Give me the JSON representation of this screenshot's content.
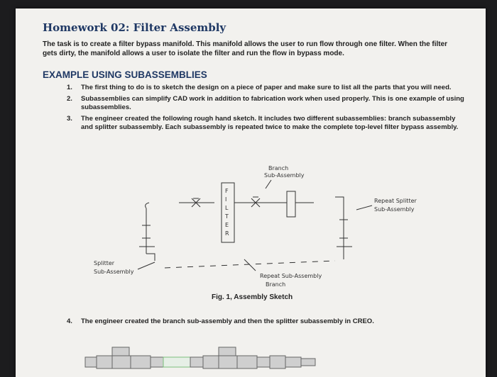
{
  "doc": {
    "title": "Homework 02: Filter Assembly",
    "intro": "The task is to create a filter bypass manifold. This manifold allows the user to run flow through one filter. When the filter gets dirty, the manifold allows a user to isolate the filter and run the flow in bypass mode.",
    "section": "EXAMPLE USING SUBASSEMBLIES",
    "steps": [
      {
        "num": "1.",
        "text": "The first thing to do is to sketch the design on a piece of paper and make sure to list all the parts that you will need."
      },
      {
        "num": "2.",
        "text": "Subassemblies can simplify CAD work in addition to fabrication work when used properly. This is one example of using subassemblies."
      },
      {
        "num": "3.",
        "text": "The engineer created the following rough hand sketch. It includes two different subassemblies: branch subassembly and splitter subassembly. Each subassembly is repeated twice to make the complete top-level filter bypass assembly."
      },
      {
        "num": "4.",
        "text": "The engineer created the branch sub-assembly and then the splitter subassembly in CREO."
      }
    ],
    "caption": "Fig. 1, Assembly Sketch"
  },
  "sketch": {
    "branch_label_1": "Branch",
    "branch_label_2": "Sub-Assembly",
    "filter_letters": [
      "F",
      "I",
      "L",
      "T",
      "E",
      "R"
    ],
    "repeat_splitter_1": "Repeat Splitter",
    "repeat_splitter_2": "Sub-Assembly",
    "splitter_1": "Splitter",
    "splitter_2": "Sub-Assembly",
    "repeat_branch_1": "Repeat Sub-Assembly",
    "repeat_branch_2": "Branch"
  }
}
